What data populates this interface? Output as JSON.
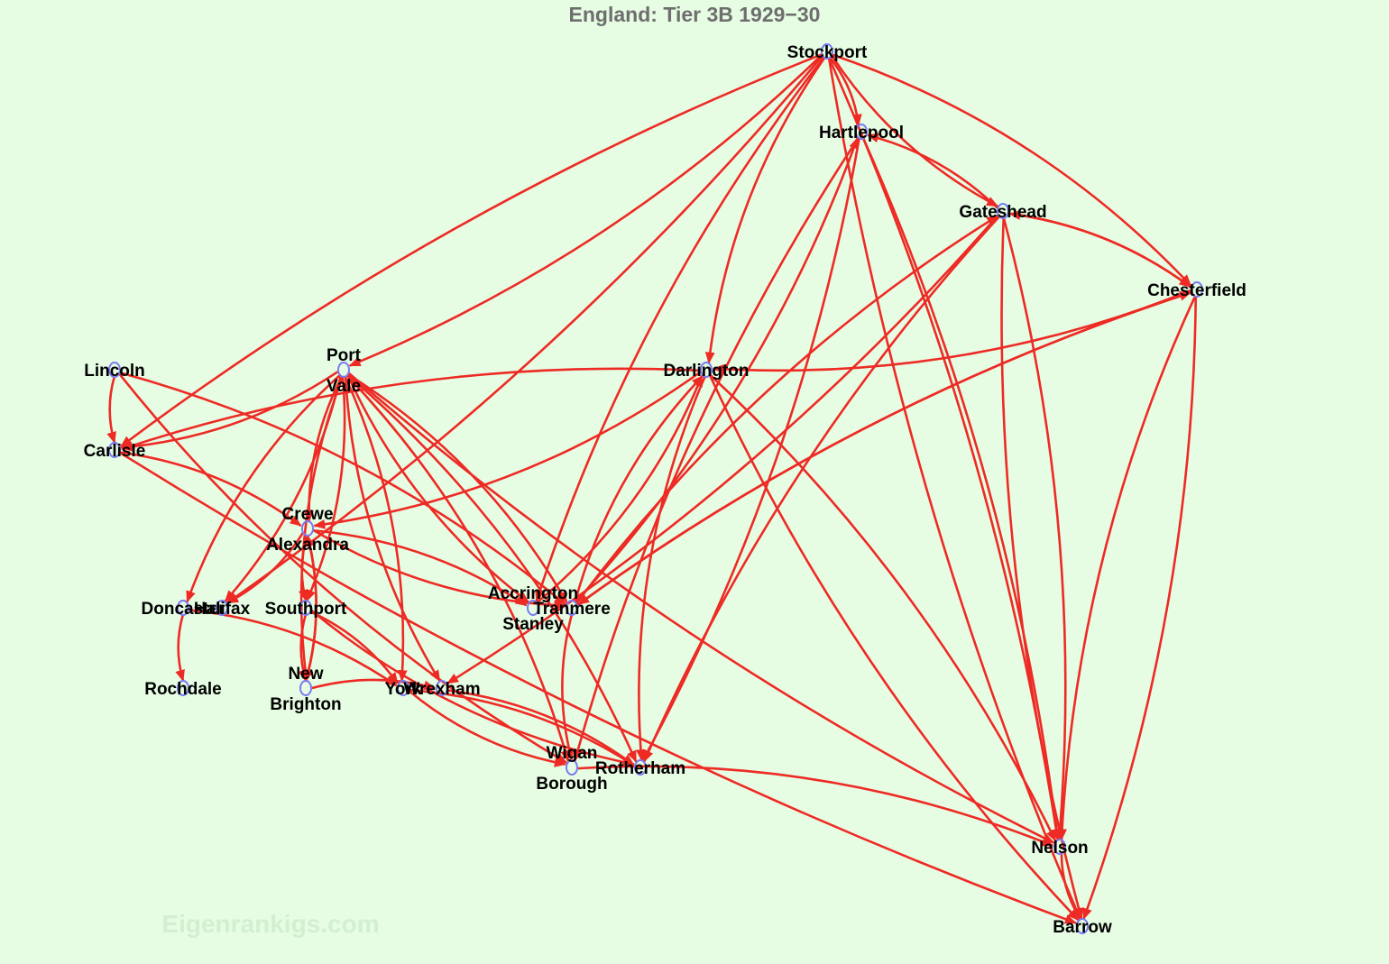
{
  "title": "England: Tier 3B 1929−30",
  "watermark": "Eigenrankigs.com",
  "colors": {
    "background": "#e6fde3",
    "edge": "#ee2a25",
    "node": "#7b7bf0"
  },
  "nodes": [
    {
      "id": "stockport",
      "label": [
        "Stockport"
      ]
    },
    {
      "id": "hartlepool",
      "label": [
        "Hartlepool"
      ]
    },
    {
      "id": "gateshead",
      "label": [
        "Gateshead"
      ]
    },
    {
      "id": "chesterfield",
      "label": [
        "Chesterfield"
      ]
    },
    {
      "id": "lincoln",
      "label": [
        "Lincoln"
      ]
    },
    {
      "id": "port-vale",
      "label": [
        "Port",
        "Vale"
      ]
    },
    {
      "id": "darlington",
      "label": [
        "Darlington"
      ]
    },
    {
      "id": "carlisle",
      "label": [
        "Carlisle"
      ]
    },
    {
      "id": "crewe-alexandra",
      "label": [
        "Crewe",
        "Alexandra"
      ]
    },
    {
      "id": "doncaster",
      "label": [
        "Doncaster"
      ]
    },
    {
      "id": "halifax",
      "label": [
        "Halifax"
      ]
    },
    {
      "id": "southport",
      "label": [
        "Southport"
      ]
    },
    {
      "id": "accrington-stanley",
      "label": [
        "Accrington",
        "Stanley"
      ]
    },
    {
      "id": "tranmere",
      "label": [
        "Tranmere"
      ]
    },
    {
      "id": "rochdale",
      "label": [
        "Rochdale"
      ]
    },
    {
      "id": "new-brighton",
      "label": [
        "New",
        "Brighton"
      ]
    },
    {
      "id": "york",
      "label": [
        "York"
      ]
    },
    {
      "id": "wrexham",
      "label": [
        "Wrexham"
      ]
    },
    {
      "id": "wigan-borough",
      "label": [
        "Wigan",
        "Borough"
      ]
    },
    {
      "id": "rotherham",
      "label": [
        "Rotherham"
      ]
    },
    {
      "id": "nelson",
      "label": [
        "Nelson"
      ]
    },
    {
      "id": "barrow",
      "label": [
        "Barrow"
      ]
    }
  ],
  "edges": [
    [
      "stockport",
      "hartlepool"
    ],
    [
      "stockport",
      "gateshead"
    ],
    [
      "stockport",
      "chesterfield"
    ],
    [
      "stockport",
      "darlington"
    ],
    [
      "stockport",
      "port-vale"
    ],
    [
      "stockport",
      "carlisle"
    ],
    [
      "stockport",
      "halifax"
    ],
    [
      "stockport",
      "accrington-stanley"
    ],
    [
      "stockport",
      "nelson"
    ],
    [
      "stockport",
      "barrow"
    ],
    [
      "hartlepool",
      "rotherham"
    ],
    [
      "hartlepool",
      "wigan-borough"
    ],
    [
      "hartlepool",
      "nelson"
    ],
    [
      "gateshead",
      "hartlepool"
    ],
    [
      "gateshead",
      "chesterfield"
    ],
    [
      "gateshead",
      "rotherham"
    ],
    [
      "gateshead",
      "nelson"
    ],
    [
      "gateshead",
      "barrow"
    ],
    [
      "gateshead",
      "wrexham"
    ],
    [
      "chesterfield",
      "gateshead"
    ],
    [
      "chesterfield",
      "darlington"
    ],
    [
      "chesterfield",
      "nelson"
    ],
    [
      "chesterfield",
      "barrow"
    ],
    [
      "chesterfield",
      "tranmere"
    ],
    [
      "tranmere",
      "gateshead"
    ],
    [
      "tranmere",
      "hartlepool"
    ],
    [
      "tranmere",
      "darlington"
    ],
    [
      "tranmere",
      "wigan-borough"
    ],
    [
      "tranmere",
      "chesterfield"
    ],
    [
      "lincoln",
      "carlisle"
    ],
    [
      "lincoln",
      "tranmere"
    ],
    [
      "lincoln",
      "wigan-borough"
    ],
    [
      "port-vale",
      "carlisle"
    ],
    [
      "port-vale",
      "doncaster"
    ],
    [
      "port-vale",
      "halifax"
    ],
    [
      "port-vale",
      "crewe-alexandra"
    ],
    [
      "port-vale",
      "southport"
    ],
    [
      "port-vale",
      "new-brighton"
    ],
    [
      "port-vale",
      "york"
    ],
    [
      "port-vale",
      "wrexham"
    ],
    [
      "port-vale",
      "wigan-borough"
    ],
    [
      "port-vale",
      "accrington-stanley"
    ],
    [
      "port-vale",
      "tranmere"
    ],
    [
      "port-vale",
      "nelson"
    ],
    [
      "port-vale",
      "rotherham"
    ],
    [
      "darlington",
      "carlisle"
    ],
    [
      "darlington",
      "crewe-alexandra"
    ],
    [
      "darlington",
      "rotherham"
    ],
    [
      "darlington",
      "nelson"
    ],
    [
      "darlington",
      "barrow"
    ],
    [
      "carlisle",
      "crewe-alexandra"
    ],
    [
      "carlisle",
      "barrow"
    ],
    [
      "crewe-alexandra",
      "halifax"
    ],
    [
      "crewe-alexandra",
      "southport"
    ],
    [
      "crewe-alexandra",
      "accrington-stanley"
    ],
    [
      "crewe-alexandra",
      "tranmere"
    ],
    [
      "crewe-alexandra",
      "new-brighton"
    ],
    [
      "new-brighton",
      "crewe-alexandra"
    ],
    [
      "new-brighton",
      "wrexham"
    ],
    [
      "doncaster",
      "rochdale"
    ],
    [
      "doncaster",
      "york"
    ],
    [
      "southport",
      "new-brighton"
    ],
    [
      "southport",
      "york"
    ],
    [
      "southport",
      "rotherham"
    ],
    [
      "york",
      "rotherham"
    ],
    [
      "york",
      "wigan-borough"
    ],
    [
      "wrexham",
      "rotherham"
    ],
    [
      "accrington-stanley",
      "darlington"
    ],
    [
      "wigan-borough",
      "nelson"
    ],
    [
      "nelson",
      "barrow"
    ]
  ]
}
